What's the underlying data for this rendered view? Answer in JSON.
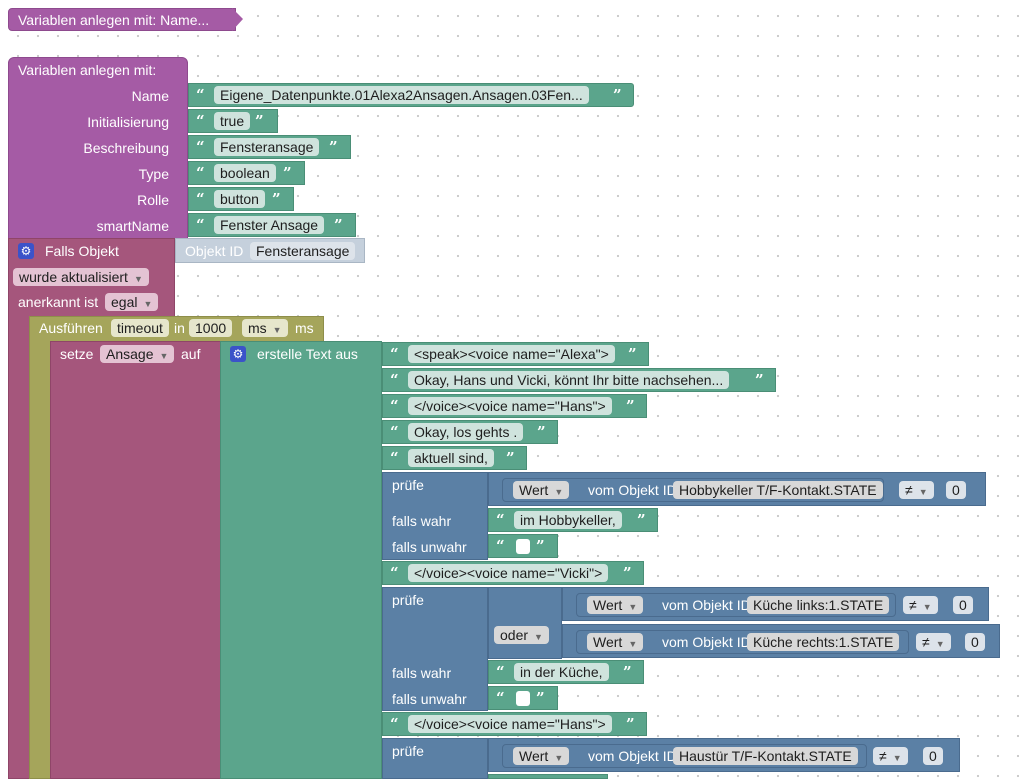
{
  "header_block": {
    "label": "Variablen anlegen mit: Name..."
  },
  "var_block": {
    "title": "Variablen anlegen  mit:",
    "fields": [
      {
        "label": "Name",
        "value": "Eigene_Datenpunkte.01Alexa2Ansagen.Ansagen.03Fen..."
      },
      {
        "label": "Initialisierung",
        "value": "true"
      },
      {
        "label": "Beschreibung",
        "value": "Fensteransage"
      },
      {
        "label": "Type",
        "value": "boolean"
      },
      {
        "label": "Rolle",
        "value": "button"
      },
      {
        "label": "smartName",
        "value": "Fenster Ansage"
      }
    ]
  },
  "quote_open": "“",
  "quote_close": "”",
  "trigger": {
    "title": "Falls Objekt",
    "object_id_label": "Objekt ID",
    "object_id": "Fensteransage",
    "event": "wurde aktualisiert",
    "ack_label": "anerkannt ist",
    "ack_value": "egal"
  },
  "timeout": {
    "label": "Ausführen",
    "name": "timeout",
    "in_label": "in",
    "value": "1000",
    "unit_dropdown": "ms",
    "unit_label": "ms"
  },
  "set": {
    "label": "setze",
    "var": "Ansage",
    "on": "auf",
    "create_text": "erstelle Text aus"
  },
  "texts": [
    "<speak><voice name=\"Alexa\">",
    "Okay, Hans und Vicki,  könnt Ihr bitte nachsehen...",
    "</voice><voice name=\"Hans\">",
    "Okay, los gehts .",
    "aktuell sind,",
    "</voice><voice name=\"Vicki\">",
    "</voice><voice name=\"Hans\">"
  ],
  "labels": {
    "check": "prüfe",
    "if_true": "falls wahr",
    "if_false": "falls unwahr",
    "value": "Wert",
    "from_object": "vom Objekt ID",
    "neq": "≠",
    "or": "oder"
  },
  "checks": [
    {
      "object": "Hobbykeller T/F-Kontakt.STATE",
      "compare": "0",
      "true_text": "im Hobbykeller,"
    },
    {
      "object": "Küche links:1.STATE",
      "compare": "0",
      "object2": "Küche rechts:1.STATE",
      "compare2": "0",
      "true_text": "in der Küche,"
    },
    {
      "object": "Haustür T/F-Kontakt.STATE",
      "compare": "0"
    }
  ],
  "icons": {
    "gear": "gear-icon",
    "dropdown": "chevron-down-icon"
  },
  "colors": {
    "variables": "#a55ba5",
    "trigger": "#a5567c",
    "timeout": "#a5a55b",
    "text": "#5ba58c",
    "logic": "#5b80a5"
  }
}
